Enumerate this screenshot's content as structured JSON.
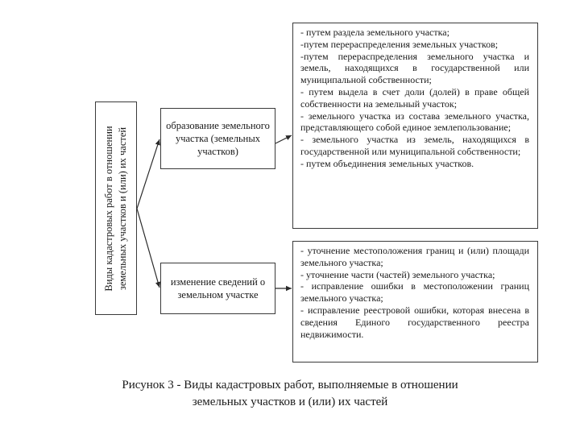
{
  "diagram": {
    "root_label": "Виды кадастровых работ в отношении земельных участков и (или) их частей",
    "branches": [
      {
        "label": "образование земельного участка (земельных участков)",
        "items": [
          "-  путем раздела земельного участка;",
          "-путем перераспределения земельных участков;",
          "-путем перераспределения земельного участка и земель, находящихся в государственной или муниципальной собственности;",
          "- путем выдела в счет доли (долей) в праве общей собственности на земельный участок;",
          "- земельного участка из состава земельного участка, представляющего собой единое землепользование;",
          "- земельного участка из земель, находящихся в государственной или муниципальной собственности;",
          "- путем объединения земельных участков."
        ]
      },
      {
        "label": "изменение сведений о земельном участке",
        "items": [
          "- уточнение местоположения границ и (или) площади земельного участка;",
          "- уточнение части (частей) земельного участка;",
          "- исправление ошибки в местоположении границ земельного участка;",
          "- исправление реестровой ошибки, которая внесена в сведения Единого государственного реестра недвижимости."
        ]
      }
    ]
  },
  "caption": {
    "line1": "Рисунок 3 - Виды кадастровых работ, выполняемые в отношении",
    "line2": "земельных участков и (или) их частей"
  }
}
